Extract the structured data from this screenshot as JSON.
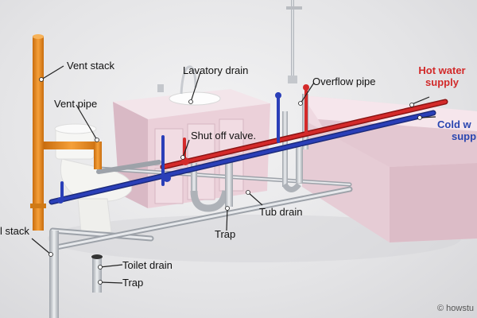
{
  "labels": {
    "vent_stack": "Vent stack",
    "vent_pipe": "Vent pipe",
    "lavatory_drain": "Lavatory drain",
    "overflow_pipe": "Overflow pipe",
    "shut_off_valve": "Shut off valve.",
    "hot_water_line1": "Hot water",
    "hot_water_line2": "supply",
    "cold_water_line1": "Cold w",
    "cold_water_line2": "supp",
    "soil_stack": "l stack",
    "tub_drain": "Tub drain",
    "trap_lavatory": "Trap",
    "toilet_drain": "Toilet drain",
    "trap_toilet": "Trap",
    "credit": "© howstu"
  },
  "colors": {
    "hot_supply": "#d42a2a",
    "cold_supply": "#2a3fb8",
    "vent": "#e58a1e",
    "drain_pipe": "#c9ccd1",
    "cabinet": "#e8cdd6",
    "tub": "#f1dde4",
    "toilet": "#f5f5f2"
  }
}
